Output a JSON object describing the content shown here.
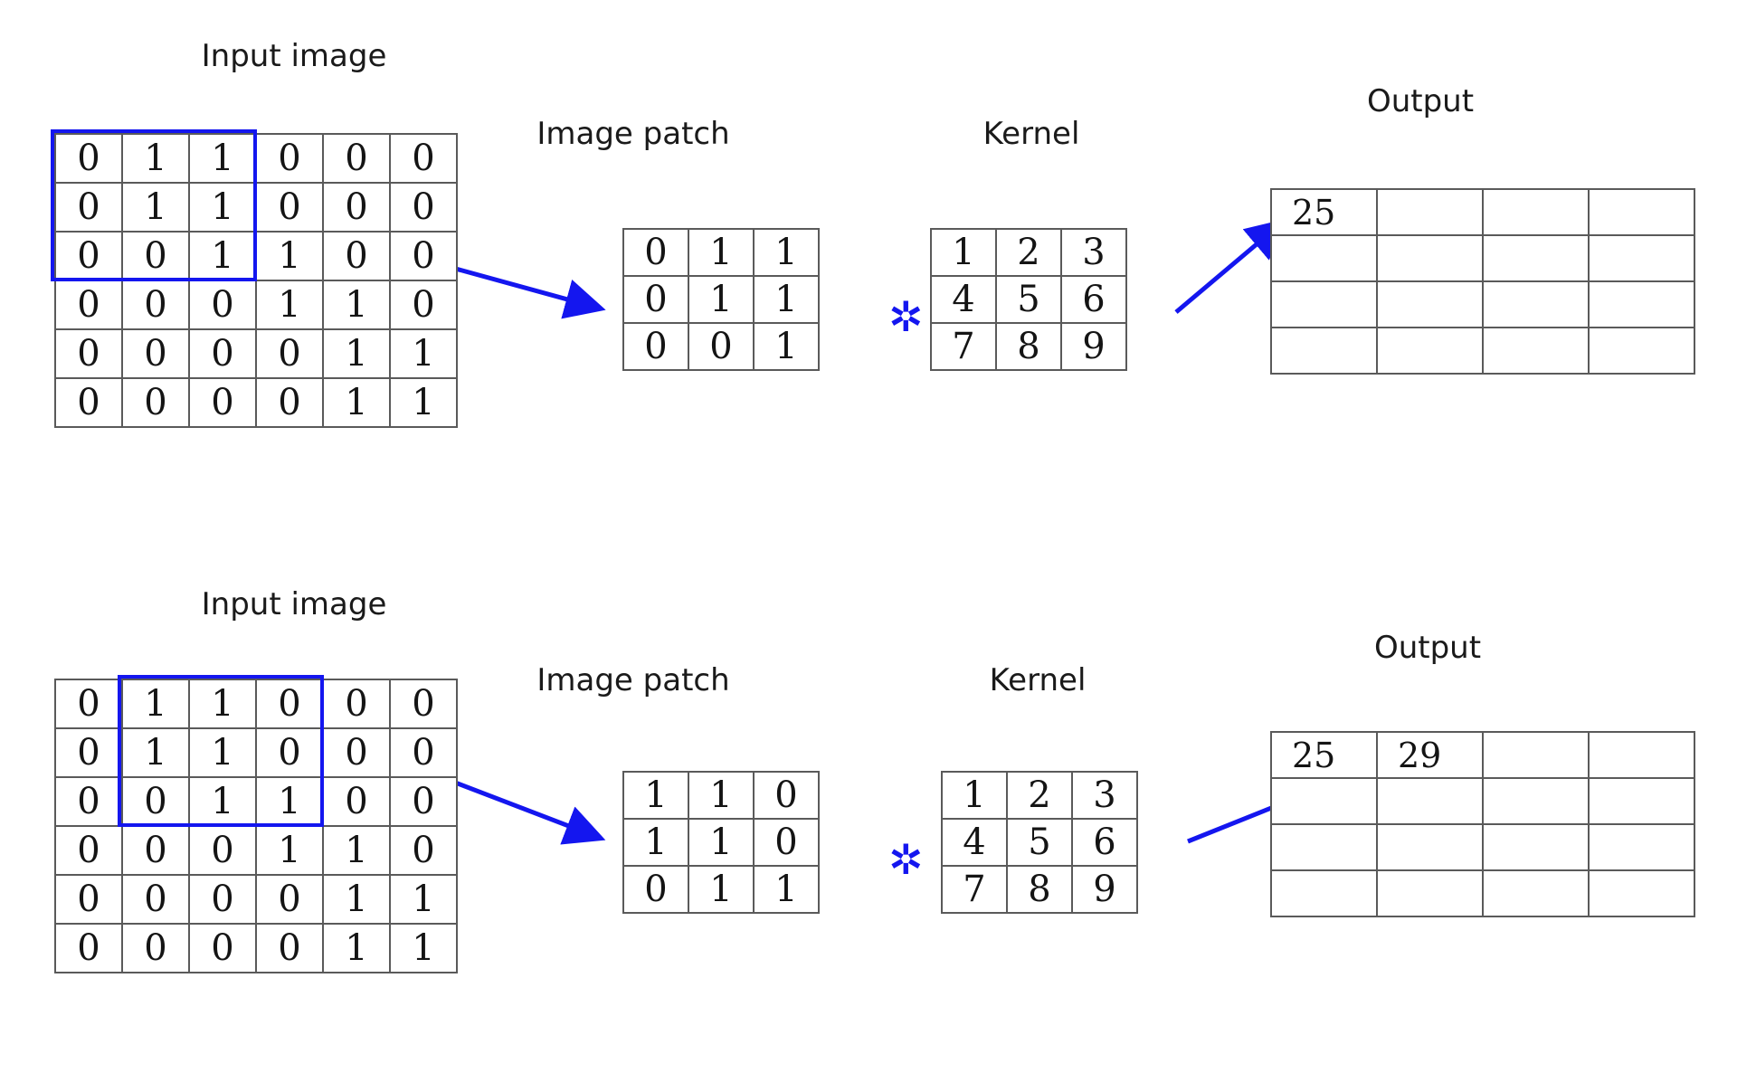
{
  "accent_color": "#1416ef",
  "grid_line_color": "#5a5a5a",
  "text_color": "#141414",
  "rows": [
    {
      "id": "top",
      "input_title": "Input image",
      "patch_title": "Image patch",
      "kernel_title": "Kernel",
      "output_title": "Output",
      "operator": "✲",
      "input_image": [
        [
          "0",
          "1",
          "1",
          "0",
          "0",
          "0"
        ],
        [
          "0",
          "1",
          "1",
          "0",
          "0",
          "0"
        ],
        [
          "0",
          "0",
          "1",
          "1",
          "0",
          "0"
        ],
        [
          "0",
          "0",
          "0",
          "1",
          "1",
          "0"
        ],
        [
          "0",
          "0",
          "0",
          "0",
          "1",
          "1"
        ],
        [
          "0",
          "0",
          "0",
          "0",
          "1",
          "1"
        ]
      ],
      "selection": {
        "start_row": 0,
        "start_col": 0,
        "size": 3
      },
      "image_patch": [
        [
          "0",
          "1",
          "1"
        ],
        [
          "0",
          "1",
          "1"
        ],
        [
          "0",
          "0",
          "1"
        ]
      ],
      "kernel": [
        [
          "1",
          "2",
          "3"
        ],
        [
          "4",
          "5",
          "6"
        ],
        [
          "7",
          "8",
          "9"
        ]
      ],
      "output": [
        [
          "25",
          "",
          "",
          ""
        ],
        [
          "",
          "",
          "",
          ""
        ],
        [
          "",
          "",
          "",
          ""
        ],
        [
          "",
          "",
          "",
          ""
        ]
      ]
    },
    {
      "id": "bottom",
      "input_title": "Input image",
      "patch_title": "Image patch",
      "kernel_title": "Kernel",
      "output_title": "Output",
      "operator": "✲",
      "input_image": [
        [
          "0",
          "1",
          "1",
          "0",
          "0",
          "0"
        ],
        [
          "0",
          "1",
          "1",
          "0",
          "0",
          "0"
        ],
        [
          "0",
          "0",
          "1",
          "1",
          "0",
          "0"
        ],
        [
          "0",
          "0",
          "0",
          "1",
          "1",
          "0"
        ],
        [
          "0",
          "0",
          "0",
          "0",
          "1",
          "1"
        ],
        [
          "0",
          "0",
          "0",
          "0",
          "1",
          "1"
        ]
      ],
      "selection": {
        "start_row": 0,
        "start_col": 1,
        "size": 3
      },
      "image_patch": [
        [
          "1",
          "1",
          "0"
        ],
        [
          "1",
          "1",
          "0"
        ],
        [
          "0",
          "1",
          "1"
        ]
      ],
      "kernel": [
        [
          "1",
          "2",
          "3"
        ],
        [
          "4",
          "5",
          "6"
        ],
        [
          "7",
          "8",
          "9"
        ]
      ],
      "output": [
        [
          "25",
          "29",
          "",
          ""
        ],
        [
          "",
          "",
          "",
          ""
        ],
        [
          "",
          "",
          "",
          ""
        ],
        [
          "",
          "",
          "",
          ""
        ]
      ]
    }
  ]
}
